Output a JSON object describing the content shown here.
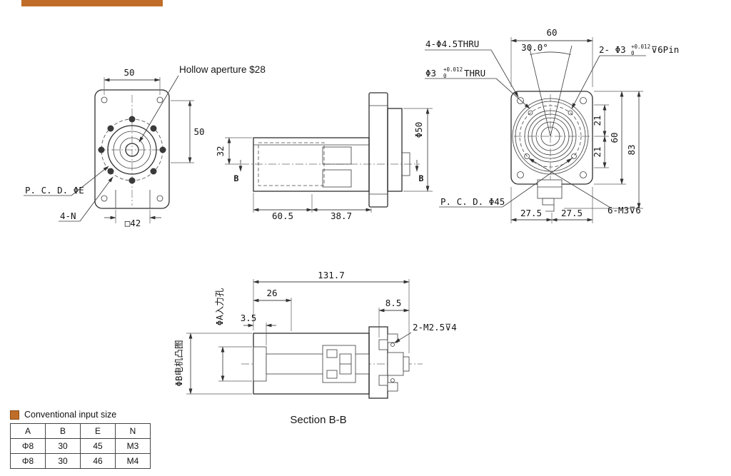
{
  "accent_color": "#bf6d28",
  "front_view": {
    "dim_width_top": "50",
    "hollow_label": "Hollow aperture $28",
    "dim_height_right": "50",
    "pcd_label": "P. C. D. ΦE",
    "corner_label": "4-N",
    "square_dim": "□42"
  },
  "side_view": {
    "dim_height": "32",
    "dim_boss": "Φ50",
    "dim_body_length": "60.5",
    "dim_flange_length": "38.7",
    "section_mark": "B"
  },
  "rear_view": {
    "dim_width": "60",
    "angle": "30.0°",
    "corner_holes_label": "4-Φ4.5THRU",
    "pin_holes_label": "2- Φ3",
    "pin_holes_suffix": "⊽6Pin",
    "thru_hole_label": "Φ3",
    "thru_hole_suffix": "THRU",
    "tolerance_upper": "+0.012",
    "tolerance_lower": "0",
    "dim_21_upper": "21",
    "dim_21_lower": "21",
    "dim_height": "60",
    "dim_total_height": "83",
    "pcd_label": "P. C. D. Φ45",
    "dim_half_left": "27.5",
    "dim_half_right": "27.5",
    "tapped_holes_label": "6-M3⊽6"
  },
  "section_view": {
    "dim_total_length": "131.7",
    "dim_26": "26",
    "dim_85": "8.5",
    "dim_35": "3.5",
    "input_hole_label": "ΦA入力孔",
    "motor_boss_label": "ΦB电机凸图",
    "tapped_label": "2-M2.5⊽4",
    "caption": "Section B-B"
  },
  "table": {
    "legend": "Conventional input size",
    "headers": [
      "A",
      "B",
      "E",
      "N"
    ],
    "rows": [
      [
        "Φ8",
        "30",
        "45",
        "M3"
      ],
      [
        "Φ8",
        "30",
        "46",
        "M4"
      ]
    ]
  }
}
